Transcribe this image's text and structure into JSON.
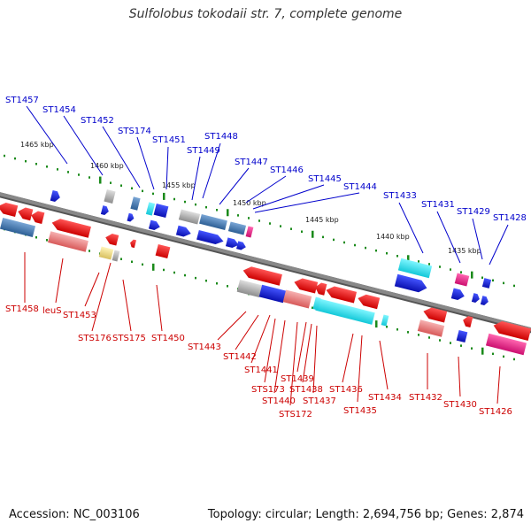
{
  "title": "Sulfolobus tokodaii str. 7, complete genome",
  "accession": "Accession: NC_003106",
  "summary": "Topology: circular; Length: 2,694,756 bp; Genes: 2,874",
  "colors": {
    "label_top": "#0000cc",
    "label_bottom": "#cc0000",
    "backbone": "#888888",
    "tick": "#1a8a1a",
    "red": "#ee1111",
    "blue": "#1122dd",
    "cyan": "#22e0ee",
    "gray": "#b5b5b5",
    "steel": "#4a7fb5",
    "pink": "#ee8888",
    "magenta": "#ee2288",
    "yellow": "#f0e08a"
  },
  "scale_labels": [
    "1465 kbp",
    "1460 kbp",
    "1455 kbp",
    "1450 kbp",
    "1445 kbp",
    "1440 kbp",
    "1435 kbp"
  ],
  "top_labels": [
    "ST1457",
    "ST1454",
    "ST1452",
    "STS174",
    "ST1451",
    "ST1449",
    "ST1448",
    "ST1447",
    "ST1446",
    "ST1445",
    "ST1444",
    "ST1433",
    "ST1431",
    "ST1429",
    "ST1428"
  ],
  "bottom_labels": [
    "ST1458",
    "leuS",
    "ST1453",
    "STS176",
    "STS175",
    "ST1450",
    "ST1443",
    "ST1442",
    "ST1441",
    "STS173",
    "ST1440",
    "STS172",
    "ST1439",
    "ST1438",
    "ST1437",
    "ST1436",
    "ST1435",
    "ST1434",
    "ST1432",
    "ST1430",
    "ST1426"
  ]
}
